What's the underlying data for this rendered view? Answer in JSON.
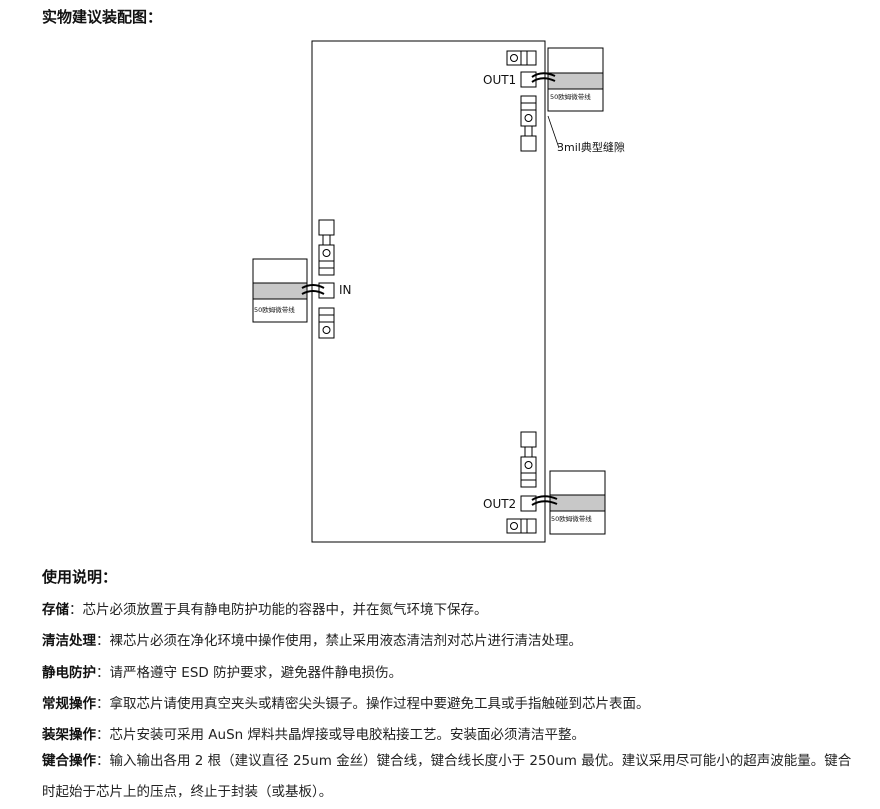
{
  "section_assembly": {
    "title": "实物建议装配图："
  },
  "diagram": {
    "out1_label": "OUT1",
    "out2_label": "OUT2",
    "in_label": "IN",
    "microstrip_label": "50欧姆微带线",
    "gap_label": "3mil典型缝隙"
  },
  "section_usage": {
    "title": "使用说明：",
    "items": [
      {
        "term": "存储",
        "sep": "：",
        "text": "芯片必须放置于具有静电防护功能的容器中，并在氮气环境下保存。"
      },
      {
        "term": "清洁处理",
        "sep": "：",
        "text": "裸芯片必须在净化环境中操作使用，禁止采用液态清洁剂对芯片进行清洁处理。"
      },
      {
        "term": "静电防护",
        "sep": "：",
        "text": "请严格遵守 ESD 防护要求，避免器件静电损伤。"
      },
      {
        "term": "常规操作",
        "sep": "：",
        "text": "拿取芯片请使用真空夹头或精密尖头镊子。操作过程中要避免工具或手指触碰到芯片表面。"
      },
      {
        "term": "装架操作",
        "sep": "：",
        "text": "芯片安装可采用 AuSn 焊料共晶焊接或导电胶粘接工艺。安装面必须清洁平整。"
      },
      {
        "term": "键合操作",
        "sep": "：",
        "text": "输入输出各用 2 根（建议直径 25um 金丝）键合线，键合线长度小于 250um 最优。建议采用尽可能小的超声波能量。键合时起始于芯片上的压点，终止于封装（或基板）。"
      }
    ]
  }
}
